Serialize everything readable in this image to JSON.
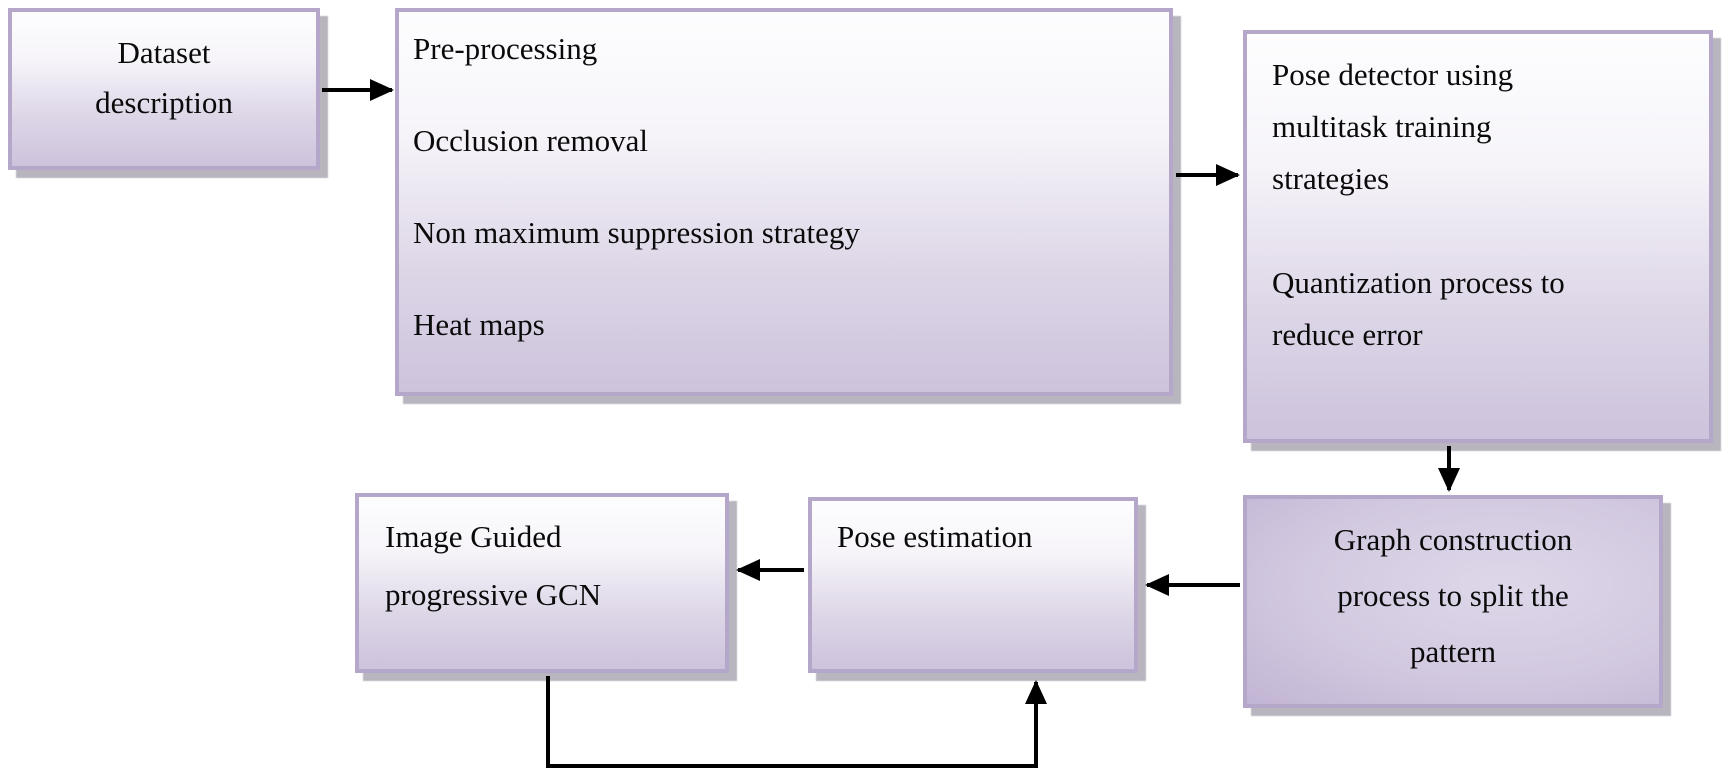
{
  "diagram": {
    "type": "flowchart",
    "background": "#ffffff",
    "boxes": {
      "dataset_description": {
        "lines": [
          "Dataset",
          "description"
        ]
      },
      "preprocessing": {
        "lines": [
          "Pre-processing",
          "Occlusion removal",
          "Non maximum suppression strategy",
          "Heat maps"
        ]
      },
      "pose_detector": {
        "lines": [
          "Pose detector using",
          "multitask training",
          "strategies",
          "Quantization process to",
          "reduce error"
        ]
      },
      "graph_construction": {
        "lines": [
          "Graph construction",
          "process to split the",
          "pattern"
        ]
      },
      "pose_estimation": {
        "lines": [
          "Pose estimation"
        ]
      },
      "image_guided_gcn": {
        "lines": [
          "Image Guided",
          "progressive GCN"
        ]
      }
    },
    "arrows": [
      {
        "from": "dataset_description",
        "to": "preprocessing",
        "direction": "right"
      },
      {
        "from": "preprocessing",
        "to": "pose_detector",
        "direction": "right"
      },
      {
        "from": "pose_detector",
        "to": "graph_construction",
        "direction": "down"
      },
      {
        "from": "graph_construction",
        "to": "pose_estimation",
        "direction": "left"
      },
      {
        "from": "pose_estimation",
        "to": "image_guided_gcn",
        "direction": "left"
      },
      {
        "from": "image_guided_gcn",
        "to": "pose_estimation",
        "direction": "down-right-up",
        "style": "feedback-loop"
      }
    ],
    "colors": {
      "box_border": "#b4a7ca",
      "box_gradient_top": "#fdfdfe",
      "box_gradient_bottom": "#cdc3dc",
      "graph_box_center": "#ded7e9",
      "graph_box_edge": "#a696bf",
      "shadow": "#7e7888",
      "arrow": "#000000",
      "text": "#0a0a0a"
    }
  }
}
